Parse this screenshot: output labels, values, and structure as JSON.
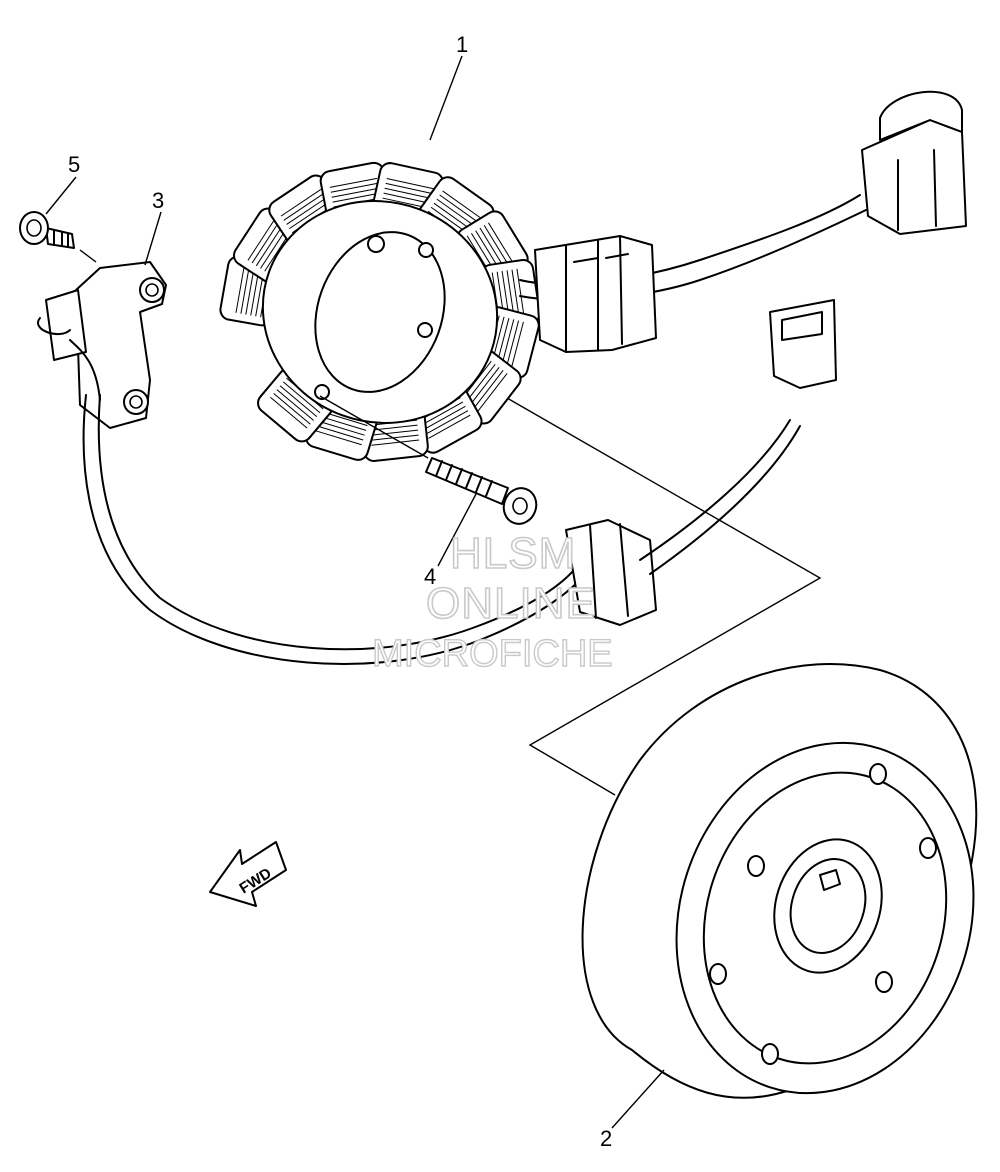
{
  "callouts": {
    "part_1": "1",
    "part_2": "2",
    "part_3": "3",
    "part_4": "4",
    "part_5": "5"
  },
  "direction_marker": {
    "label": "FWD",
    "icon": "fwd-arrow-icon"
  },
  "watermark": {
    "line1": "HLSM",
    "line2": "ONLINE",
    "line3": "MICROFICHE",
    "color": "#c9c9c9"
  },
  "colors": {
    "line": "#000000",
    "background": "#ffffff"
  }
}
